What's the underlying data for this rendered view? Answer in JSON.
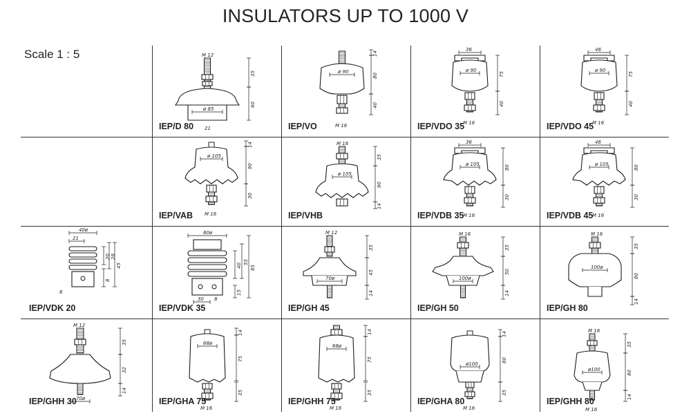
{
  "title": "INSULATORS UP TO 1000 V",
  "scale": "Scale 1 : 5",
  "rows": [
    [
      {
        "code": "",
        "type": "empty"
      },
      {
        "code": "IEP/D 80",
        "type": "bell-wide",
        "dims": [
          "M 12",
          "35",
          "60",
          "ø 85",
          "21"
        ]
      },
      {
        "code": "IEP/VO",
        "type": "bell-tall",
        "dims": [
          "14",
          "ø 90",
          "80",
          "40",
          "M 16"
        ]
      },
      {
        "code": "IEP/VDO 35",
        "type": "saddle",
        "dims": [
          "36",
          "ø 90",
          "75",
          "40",
          "M 16"
        ]
      },
      {
        "code": "IEP/VDO 45",
        "type": "saddle",
        "dims": [
          "46",
          "ø 90",
          "75",
          "40",
          "M 16"
        ]
      }
    ],
    [
      {
        "code": "",
        "type": "empty"
      },
      {
        "code": "IEP/VAB",
        "type": "skirt",
        "dims": [
          "14",
          "ø 105",
          "90",
          "30",
          "M 16"
        ]
      },
      {
        "code": "IEP/VHB",
        "type": "skirt-stud",
        "dims": [
          "M 16",
          "35",
          "ø 105",
          "90",
          "14"
        ]
      },
      {
        "code": "IEP/VDB 35",
        "type": "saddle-skirt",
        "dims": [
          "36",
          "ø 105",
          "80",
          "30",
          "M 16"
        ]
      },
      {
        "code": "IEP/VDB 45",
        "type": "saddle-skirt",
        "dims": [
          "46",
          "ø 105",
          "80",
          "30",
          "M 16"
        ]
      }
    ],
    [
      {
        "code": "IEP/VDK 20",
        "type": "ribbed-small",
        "dims": [
          "40ø",
          "21",
          "28",
          "20",
          "8",
          "45",
          "6"
        ]
      },
      {
        "code": "IEP/VDK 35",
        "type": "ribbed-large",
        "dims": [
          "80ø",
          "40",
          "55",
          "85",
          "15",
          "30",
          "8"
        ]
      },
      {
        "code": "IEP/GH 45",
        "type": "cone",
        "dims": [
          "M 12",
          "35",
          "45",
          "70ø",
          "14"
        ]
      },
      {
        "code": "IEP/GH 50",
        "type": "disc",
        "dims": [
          "M 16",
          "35",
          "50",
          "100ø",
          "14"
        ]
      },
      {
        "code": "IEP/GH 80",
        "type": "pot",
        "dims": [
          "M 16",
          "35",
          "80",
          "100ø",
          "14"
        ]
      }
    ],
    [
      {
        "code": "IEP/GHH 30",
        "type": "cone-low",
        "dims": [
          "M 12",
          "35",
          "32",
          "14",
          "70ø"
        ]
      },
      {
        "code": "IEP/GHA 75",
        "type": "barrel",
        "dims": [
          "14",
          "68ø",
          "75",
          "35",
          "M 16"
        ]
      },
      {
        "code": "IEP/GHH 75",
        "type": "barrel-stud",
        "dims": [
          "14",
          "68ø",
          "75",
          "35",
          "M 16"
        ]
      },
      {
        "code": "IEP/GHA 80",
        "type": "bell-skirt",
        "dims": [
          "14",
          "ø100",
          "80",
          "35",
          "M 16"
        ]
      },
      {
        "code": "IEP/GHH 80",
        "type": "bell-skirt-stud",
        "dims": [
          "M 16",
          "35",
          "ø100",
          "80",
          "14",
          "M 16"
        ]
      }
    ]
  ]
}
